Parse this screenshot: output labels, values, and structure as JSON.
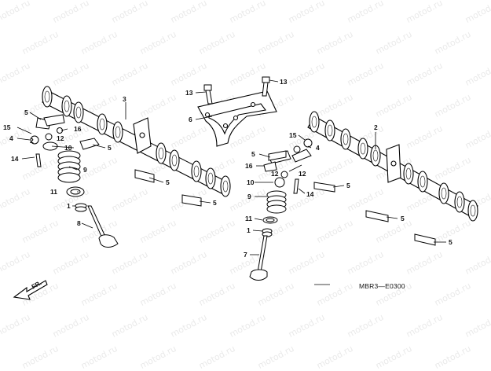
{
  "watermark": {
    "text": "motod.ru"
  },
  "callouts": {
    "c1": "1",
    "c1b": "1",
    "c2": "2",
    "c3": "3",
    "c4": "4",
    "c4b": "4",
    "c5a": "5",
    "c5b": "5",
    "c5c": "5",
    "c5d": "5",
    "c5e": "5",
    "c5f": "5",
    "c5g": "5",
    "c5h": "5",
    "c6": "6",
    "c7": "7",
    "c8": "8",
    "c9": "9",
    "c9b": "9",
    "c10": "10",
    "c10b": "10",
    "c11": "11",
    "c11b": "11",
    "c12": "12",
    "c12b": "12",
    "c12c": "12",
    "c13a": "13",
    "c13b": "13",
    "c14": "14",
    "c14b": "14",
    "c15": "15",
    "c15b": "15",
    "c16": "16",
    "c16b": "16"
  },
  "diagram_code": "MBR3—E0300",
  "front_arrow_label": "FR."
}
